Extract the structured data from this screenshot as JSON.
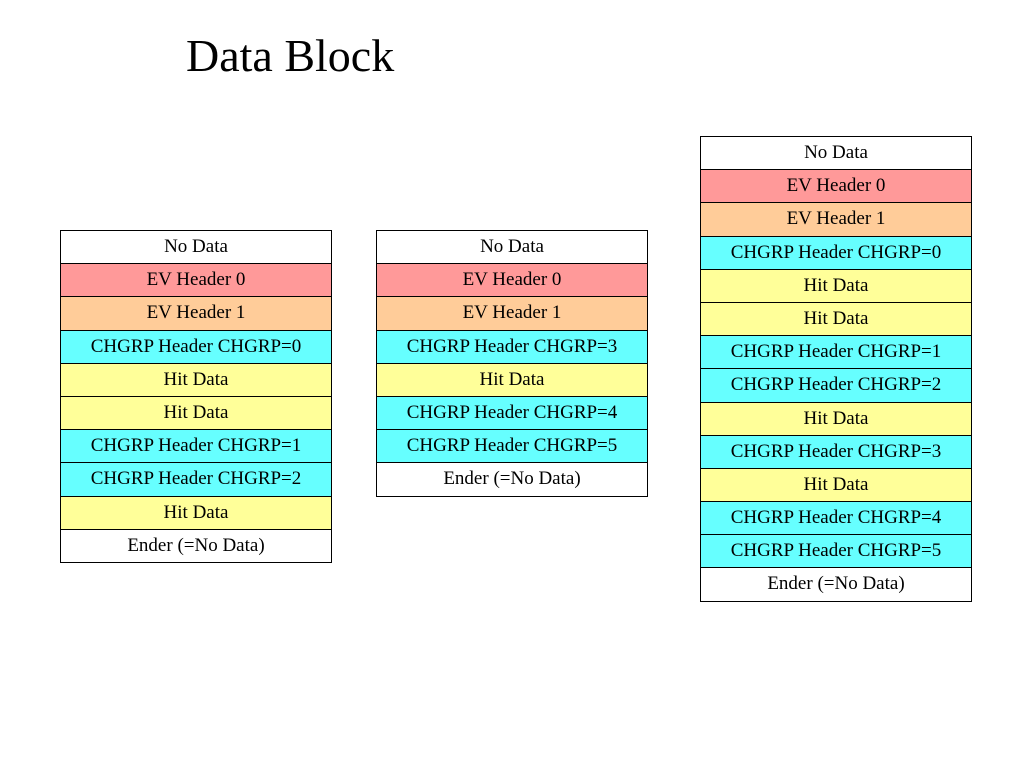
{
  "title": "Data Block",
  "colors": {
    "none": "#ffffff",
    "ev0": "#ff9999",
    "ev1": "#ffcc99",
    "chgrp": "#66ffff",
    "hit": "#ffff99",
    "ender": "#ffffff"
  },
  "blocks": [
    {
      "rows": [
        {
          "text": "No Data",
          "kind": "none"
        },
        {
          "text": "EV Header 0",
          "kind": "ev0"
        },
        {
          "text": "EV Header 1",
          "kind": "ev1"
        },
        {
          "text": "CHGRP Header CHGRP=0",
          "kind": "chgrp"
        },
        {
          "text": "Hit Data",
          "kind": "hit"
        },
        {
          "text": "Hit Data",
          "kind": "hit"
        },
        {
          "text": "CHGRP Header CHGRP=1",
          "kind": "chgrp"
        },
        {
          "text": "CHGRP Header CHGRP=2",
          "kind": "chgrp"
        },
        {
          "text": "Hit Data",
          "kind": "hit"
        },
        {
          "text": "Ender (=No Data)",
          "kind": "ender"
        }
      ]
    },
    {
      "rows": [
        {
          "text": "No Data",
          "kind": "none"
        },
        {
          "text": "EV Header 0",
          "kind": "ev0"
        },
        {
          "text": "EV Header 1",
          "kind": "ev1"
        },
        {
          "text": "CHGRP Header CHGRP=3",
          "kind": "chgrp"
        },
        {
          "text": "Hit Data",
          "kind": "hit"
        },
        {
          "text": "CHGRP Header CHGRP=4",
          "kind": "chgrp"
        },
        {
          "text": "CHGRP Header CHGRP=5",
          "kind": "chgrp"
        },
        {
          "text": "Ender (=No Data)",
          "kind": "ender"
        }
      ]
    },
    {
      "rows": [
        {
          "text": "No Data",
          "kind": "none"
        },
        {
          "text": "EV Header 0",
          "kind": "ev0"
        },
        {
          "text": "EV Header 1",
          "kind": "ev1"
        },
        {
          "text": "CHGRP Header CHGRP=0",
          "kind": "chgrp"
        },
        {
          "text": "Hit Data",
          "kind": "hit"
        },
        {
          "text": "Hit Data",
          "kind": "hit"
        },
        {
          "text": "CHGRP Header CHGRP=1",
          "kind": "chgrp"
        },
        {
          "text": "CHGRP Header CHGRP=2",
          "kind": "chgrp"
        },
        {
          "text": "Hit Data",
          "kind": "hit"
        },
        {
          "text": "CHGRP Header CHGRP=3",
          "kind": "chgrp"
        },
        {
          "text": "Hit Data",
          "kind": "hit"
        },
        {
          "text": "CHGRP Header CHGRP=4",
          "kind": "chgrp"
        },
        {
          "text": "CHGRP Header CHGRP=5",
          "kind": "chgrp"
        },
        {
          "text": "Ender (=No Data)",
          "kind": "ender"
        }
      ]
    }
  ]
}
